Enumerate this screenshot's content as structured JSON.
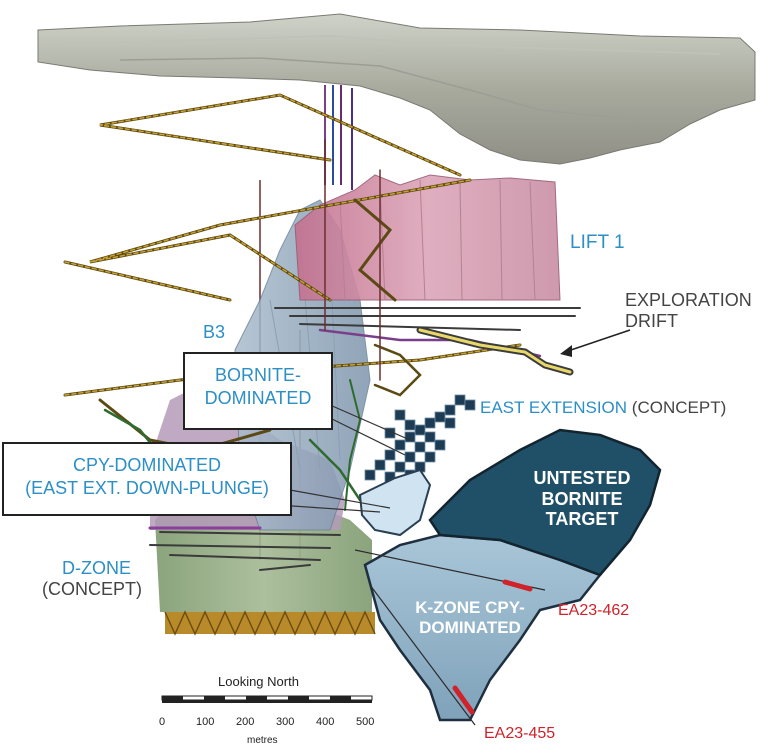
{
  "labels": {
    "lift1": "LIFT 1",
    "exploration_drift": [
      "EXPLORATION",
      "DRIFT"
    ],
    "b3": "B3",
    "bornite_dominated": [
      "BORNITE-",
      "DOMINATED"
    ],
    "east_extension": "EAST EXTENSION",
    "east_extension_concept": "(CONCEPT)",
    "cpy_dominated": [
      "CPY-DOMINATED",
      "(EAST EXT. DOWN-PLUNGE)"
    ],
    "untested_target": [
      "UNTESTED",
      "BORNITE",
      "TARGET"
    ],
    "d_zone": "D-ZONE",
    "d_zone_concept": "(CONCEPT)",
    "k_zone": [
      "K-ZONE CPY-",
      "DOMINATED"
    ],
    "drillhole_1": "EA23-462",
    "drillhole_2": "EA23-455"
  },
  "scale_bar": {
    "title": "Looking North",
    "ticks": [
      "0",
      "100",
      "200",
      "300",
      "400",
      "500"
    ],
    "unit": "metres"
  },
  "colors": {
    "label_blue": "#2c8fc6",
    "label_grey": "#444444",
    "drillhole_red": "#d0222a",
    "target_dark": "#1f5068",
    "kzone_blue": "#8fb4cc",
    "lift_pink": "#c98fa4",
    "dzone_green": "#8ca47a"
  }
}
